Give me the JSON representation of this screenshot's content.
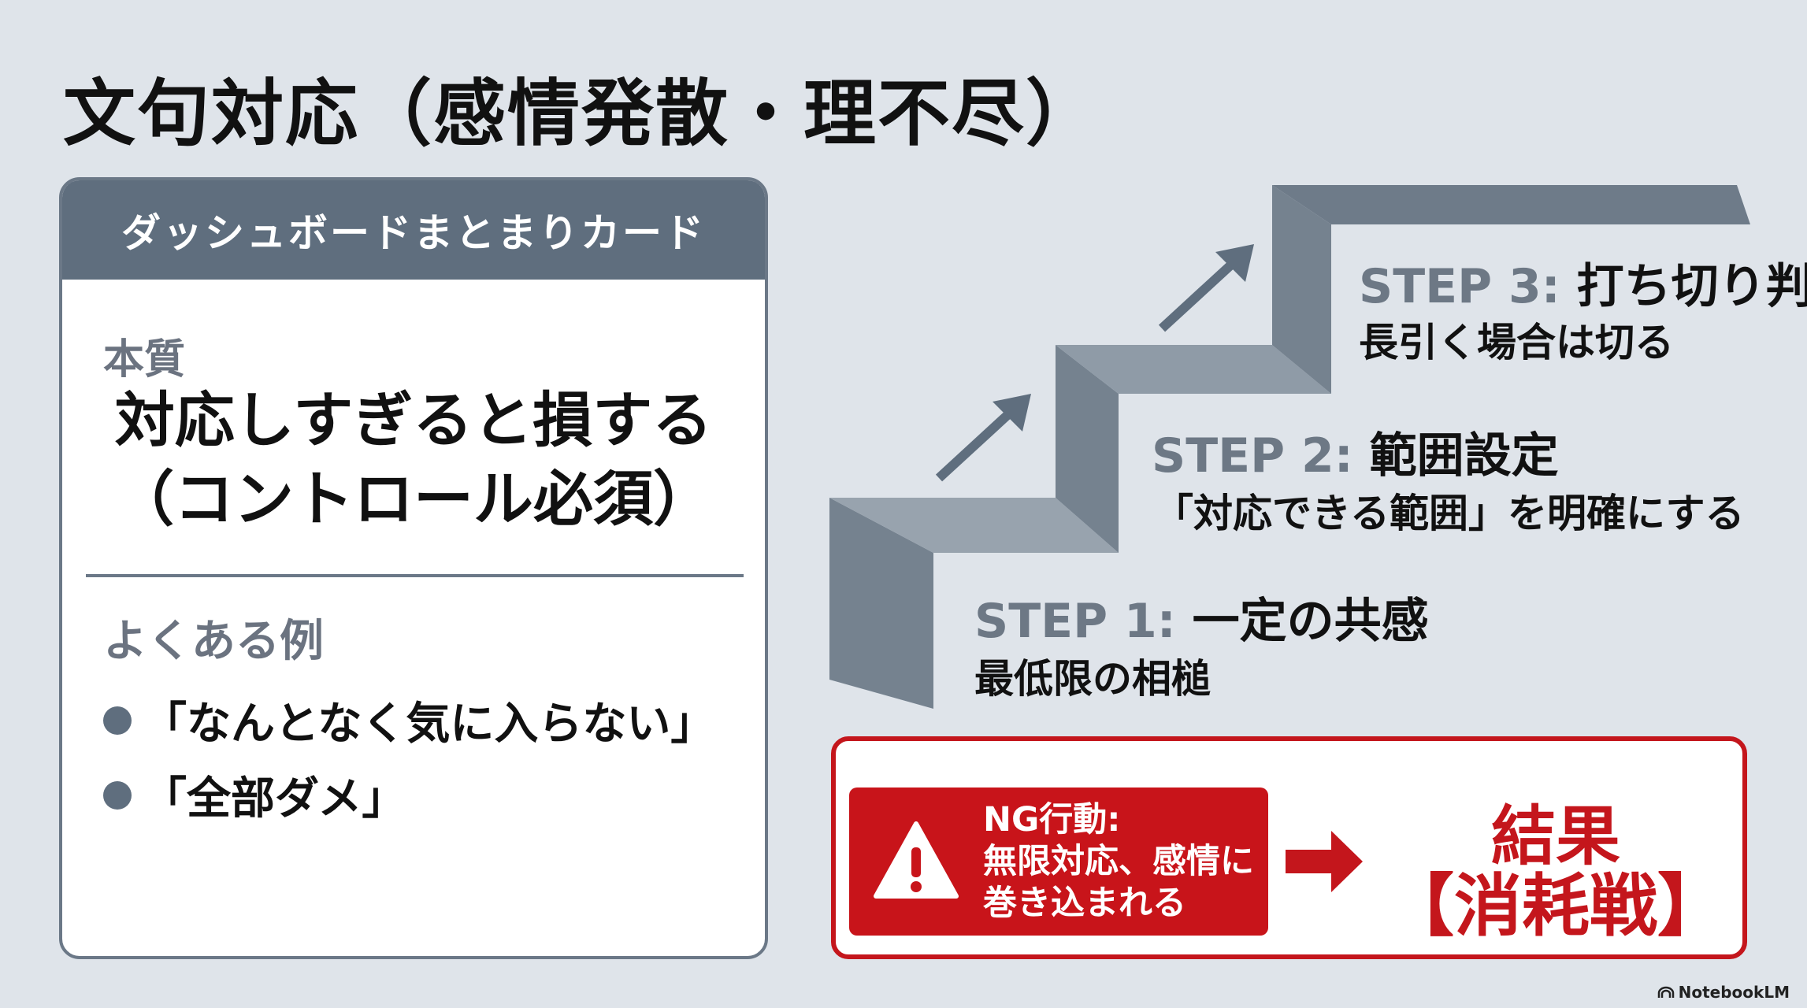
{
  "title": "文句対応（感情発散・理不尽）",
  "card": {
    "header": "ダッシュボードまとまりカード",
    "essence_label": "本質",
    "essence_line1": "対応しすぎると損する",
    "essence_line2": "（コントロール必須）",
    "examples_label": "よくある例",
    "examples": [
      "「なんとなく気に入らない」",
      "「全部ダメ」"
    ]
  },
  "steps": [
    {
      "num": "STEP 1:",
      "title": "一定の共感",
      "sub": "最低限の相槌"
    },
    {
      "num": "STEP 2:",
      "title": "範囲設定",
      "sub": "「対応できる範囲」を明確にする"
    },
    {
      "num": "STEP 3:",
      "title": "打ち切り判断",
      "sub": "長引く場合は切る"
    }
  ],
  "ng": {
    "line1": "NG行動:",
    "line2": "無限対応、感情に",
    "line3": "巻き込まれる",
    "icon": "warning-triangle-icon"
  },
  "result": {
    "title": "結果",
    "value": "【消耗戦】"
  },
  "brand": "NotebookLM",
  "colors": {
    "accent_red": "#c4161c",
    "slate": "#5f6e7e",
    "background": "#dfe4ea"
  }
}
